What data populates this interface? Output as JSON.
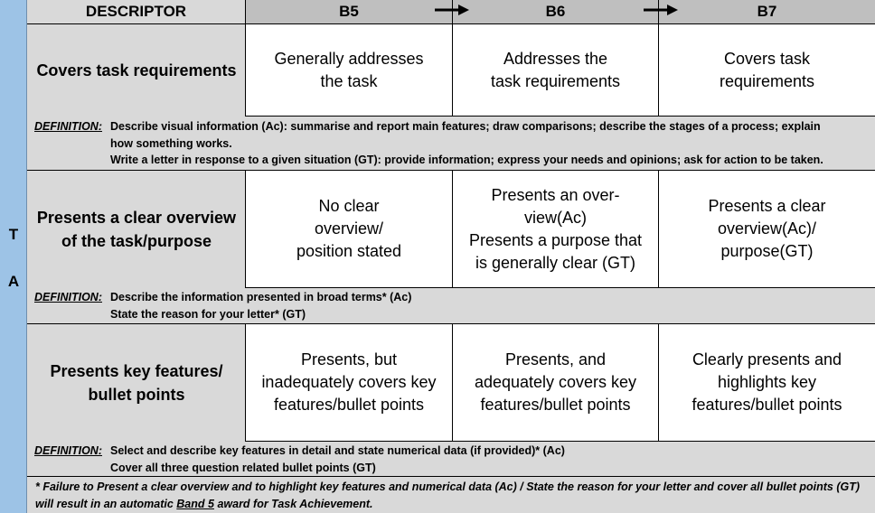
{
  "side_letters": [
    "T",
    "A"
  ],
  "header": {
    "descriptor": "DESCRIPTOR",
    "bands": [
      "B5",
      "B6",
      "B7"
    ]
  },
  "rows": [
    {
      "label": "Covers task requirements",
      "cells": [
        "Generally addresses\nthe task",
        "Addresses the\ntask requirements",
        "Covers task\nrequirements"
      ],
      "definition_keyword": "DEFINITION:",
      "definition_lines": [
        "Describe visual information (Ac):  summarise and report main features; draw comparisons; describe the stages of a process; explain\nhow something works.",
        "Write a letter in response to a given situation (GT):  provide information; express your needs and opinions; ask for action to be taken."
      ]
    },
    {
      "label": "Presents a clear overview of the task/purpose",
      "cells": [
        "No clear\noverview/\nposition stated",
        "Presents an over-\nview(Ac)\nPresents a purpose that\nis generally clear (GT)",
        "Presents a clear\noverview(Ac)/\npurpose(GT)"
      ],
      "definition_keyword": "DEFINITION:",
      "definition_lines": [
        "Describe the information presented in broad terms* (Ac)",
        "State the reason for your letter* (GT)"
      ]
    },
    {
      "label": "Presents key features/ bullet points",
      "cells": [
        "Presents, but\ninadequately covers key\nfeatures/bullet points",
        "Presents, and\nadequately covers key\nfeatures/bullet points",
        "Clearly presents and\nhighlights key\nfeatures/bullet points"
      ],
      "definition_keyword": "DEFINITION:",
      "definition_lines": [
        "Select and describe key features in detail and state numerical data (if provided)* (Ac)",
        "Cover all three question related bullet points (GT)"
      ]
    }
  ],
  "footnote": {
    "before": "* Failure to Present a clear overview and to highlight key features and numerical data (Ac) / State the reason for your letter and cover all bullet points (GT) will result in an automatic ",
    "underlined": "Band 5",
    "after": " award for Task Achievement."
  }
}
